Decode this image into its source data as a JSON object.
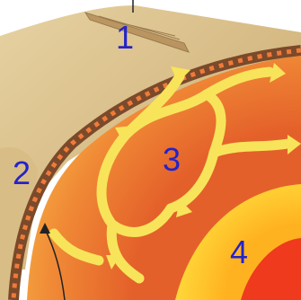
{
  "labels": {
    "crust": "1",
    "lithosphere_edge": "2",
    "mantle": "3",
    "core": "4"
  },
  "colors": {
    "label": "#2424c8",
    "crust": "#d8bf8a",
    "mantle_outer": "#f4a53d",
    "mantle_inner": "#e8702a",
    "convection_arrows": "#f8e45a",
    "outer_core": "#ffd02a",
    "inner_core": "#ef3a1e"
  }
}
